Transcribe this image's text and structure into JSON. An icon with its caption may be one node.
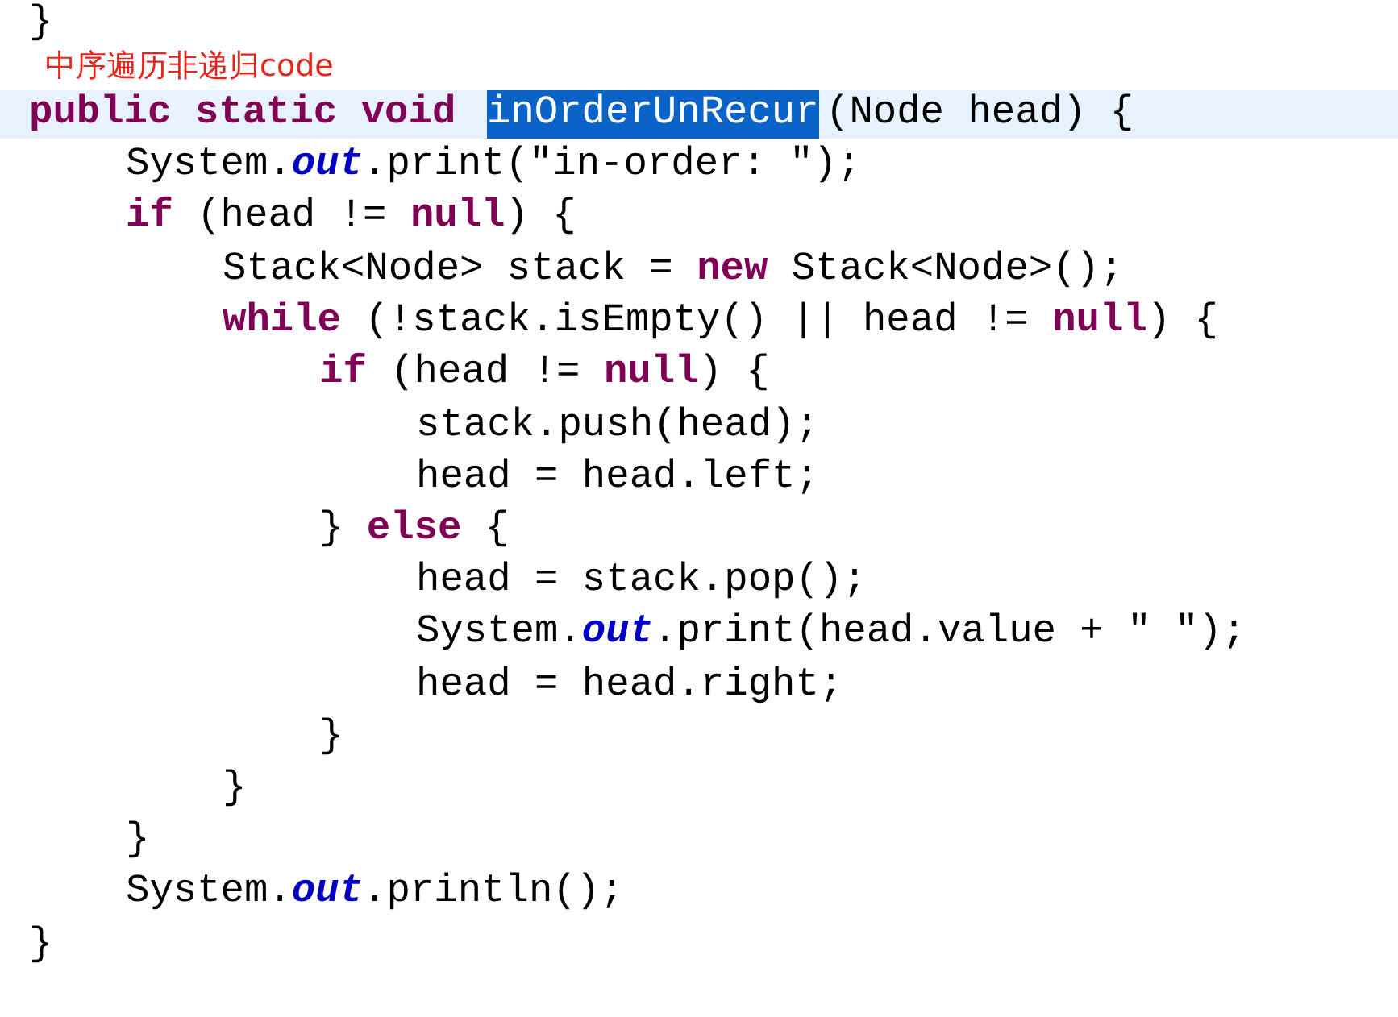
{
  "diagram": {
    "labels": [
      "}",
      "中序遍历非递归code",
      "public static void",
      "inOrderUnRecur",
      "(Node head) {",
      "System.*out*.print(\"in-order: \");",
      "**if** (head != **null**) {",
      "Stack<Node> stack = **new** Stack<Node>();",
      "**while** (!stack.isEmpty() || head != **null**) {",
      "**if** (head != **null**) {",
      "stack.push(head);",
      "head = head.left;",
      "} **else** {",
      "head = stack.pop();",
      "System.*out*.print(head.value + \" \");",
      "head = head.right;",
      "}",
      "}",
      "}",
      "System.*out*.println();",
      "}"
    ]
  }
}
